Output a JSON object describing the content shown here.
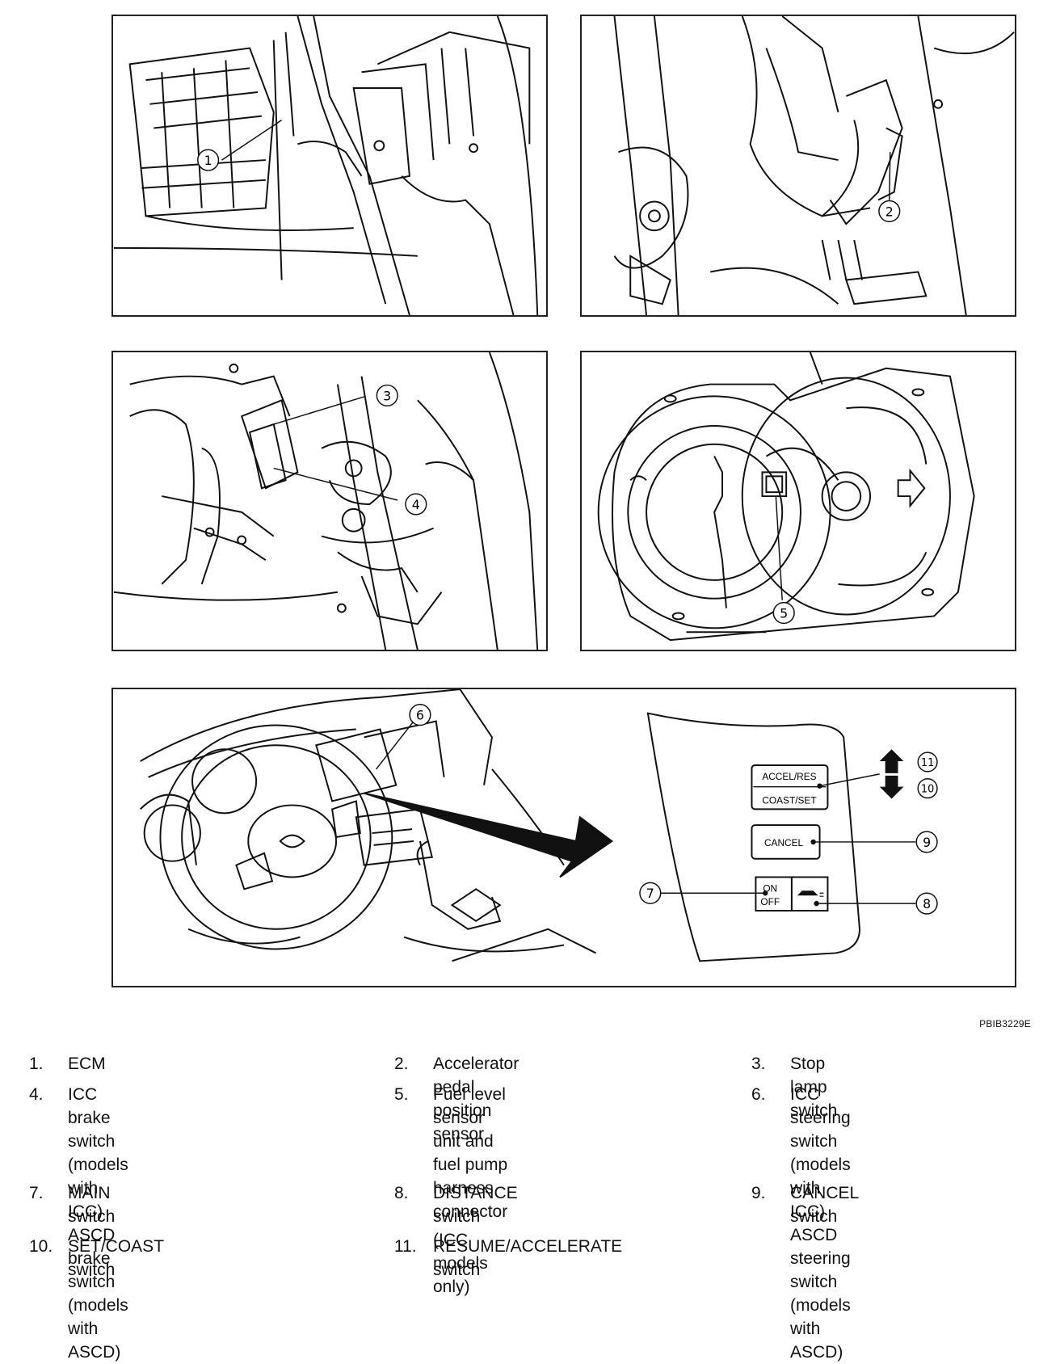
{
  "callouts": [
    "1",
    "2",
    "3",
    "4",
    "5",
    "6",
    "7",
    "8",
    "9",
    "10",
    "11"
  ],
  "switch_panel": {
    "accel_res": "ACCEL/RES",
    "coast_set": "COAST/SET",
    "cancel": "CANCEL",
    "on": "ON",
    "off": "OFF"
  },
  "figure_id": "PBIB3229E",
  "legend": [
    {
      "num": "1.",
      "text": "ECM"
    },
    {
      "num": "2.",
      "text": "Accelerator pedal position sensor"
    },
    {
      "num": "3.",
      "text": "Stop lamp switch"
    },
    {
      "num": "4.",
      "text": "ICC brake switch\n(models with ICC)\nASCD brake switch\n(models with ASCD)"
    },
    {
      "num": "5.",
      "text": "Fuel level sensor unit and fuel pump\nharness connector"
    },
    {
      "num": "6.",
      "text": "ICC steering switch\n(models with ICC)\nASCD steering switch\n(models with ASCD)"
    },
    {
      "num": "7.",
      "text": "MAIN switch"
    },
    {
      "num": "8.",
      "text": "DISTANCE switch\n(ICC models only)"
    },
    {
      "num": "9.",
      "text": "CANCEL switch"
    },
    {
      "num": "10.",
      "text": "SET/COAST switch"
    },
    {
      "num": "11.",
      "text": "RESUME/ACCELERATE switch"
    }
  ]
}
